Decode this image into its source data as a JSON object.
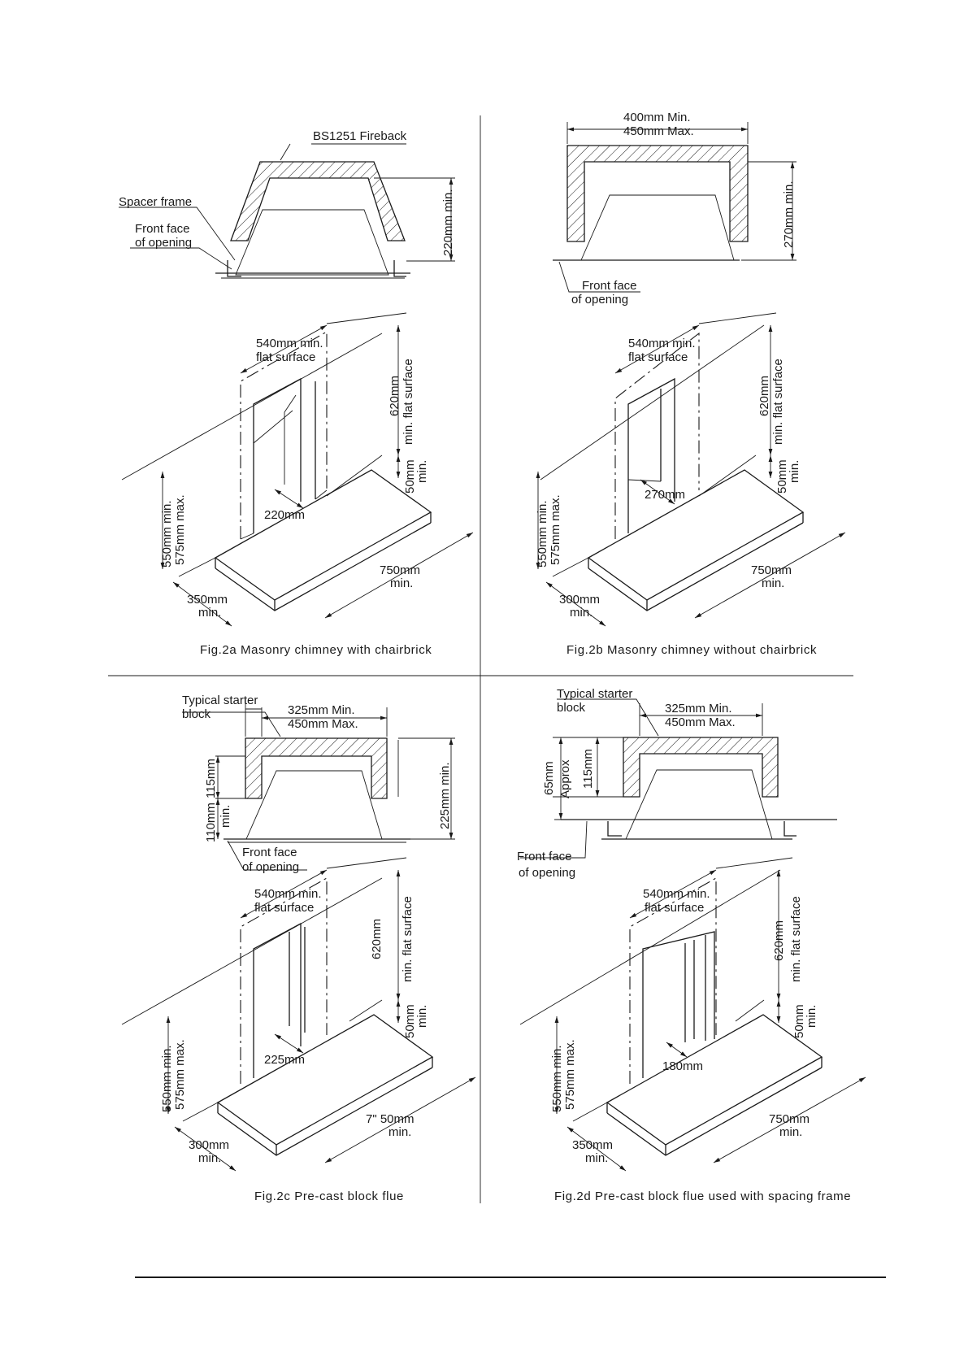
{
  "figures": {
    "fig2a": {
      "caption": "Fig.2a   Masonry chimney with chairbrick",
      "plan": {
        "fireback": "BS1251 Fireback",
        "spacer": "Spacer frame",
        "front_1": "Front face",
        "front_2": "of opening",
        "depth": "220mm min."
      },
      "iso": {
        "width_1": "540mm min.",
        "width_2": "flat surface",
        "height_1": "620mm",
        "height_2": "min. flat surface",
        "step_1": "50mm",
        "step_2": "min.",
        "inner": "220mm",
        "h_min": "550mm min.",
        "h_max": "575mm max.",
        "hearth_1": "750mm",
        "hearth_2": "min.",
        "proj_1": "350mm",
        "proj_2": "min."
      }
    },
    "fig2b": {
      "caption": "Fig.2b   Masonry chimney without chairbrick",
      "plan": {
        "w1": "400mm Min.",
        "w2": "450mm Max.",
        "depth": "270mm min.",
        "front_1": "Front face",
        "front_2": "of opening"
      },
      "iso": {
        "width_1": "540mm min.",
        "width_2": "flat surface",
        "height_1": "620mm",
        "height_2": "min. flat surface",
        "step_1": "50mm",
        "step_2": "min.",
        "inner": "270mm",
        "h_min": "550mm min.",
        "h_max": "575mm max.",
        "hearth_1": "750mm",
        "hearth_2": "min.",
        "proj_1": "300mm",
        "proj_2": "min."
      }
    },
    "fig2c": {
      "caption": "Fig.2c   Pre-cast block flue",
      "plan": {
        "starter_1": "Typical starter",
        "starter_2": "block",
        "w1": "325mm Min.",
        "w2": "450mm Max.",
        "d115": "115mm",
        "d110": "110mm",
        "dmin": "min.",
        "depth": "225mm min.",
        "front_1": "Front face",
        "front_2": "of opening"
      },
      "iso": {
        "width_1": "540mm min.",
        "width_2": "flat surface",
        "height_1": "620mm",
        "height_2": "min. flat surface",
        "step_1": "50mm",
        "step_2": "min.",
        "inner": "225mm",
        "h_min": "550mm min.",
        "h_max": "575mm max.",
        "hearth_1": "7\"  50mm",
        "hearth_2": "min.",
        "proj_1": "300mm",
        "proj_2": "min."
      }
    },
    "fig2d": {
      "caption": "Fig.2d   Pre-cast block flue used with spacing frame",
      "plan": {
        "starter_1": "Typical starter",
        "starter_2": "block",
        "w1": "325mm Min.",
        "w2": "450mm Max.",
        "d65": "65mm",
        "approx": "Approx",
        "d115": "115mm",
        "front_1": "Front face",
        "front_2": "of opening"
      },
      "iso": {
        "width_1": "540mm min.",
        "width_2": "flat surface",
        "height_1": "620mm",
        "height_2": "min. flat surface",
        "step_1": "50mm",
        "step_2": "min.",
        "inner": "180mm",
        "h_min": "550mm min.",
        "h_max": "575mm max.",
        "hearth_1": "750mm",
        "hearth_2": "min.",
        "proj_1": "350mm",
        "proj_2": "min."
      }
    }
  }
}
